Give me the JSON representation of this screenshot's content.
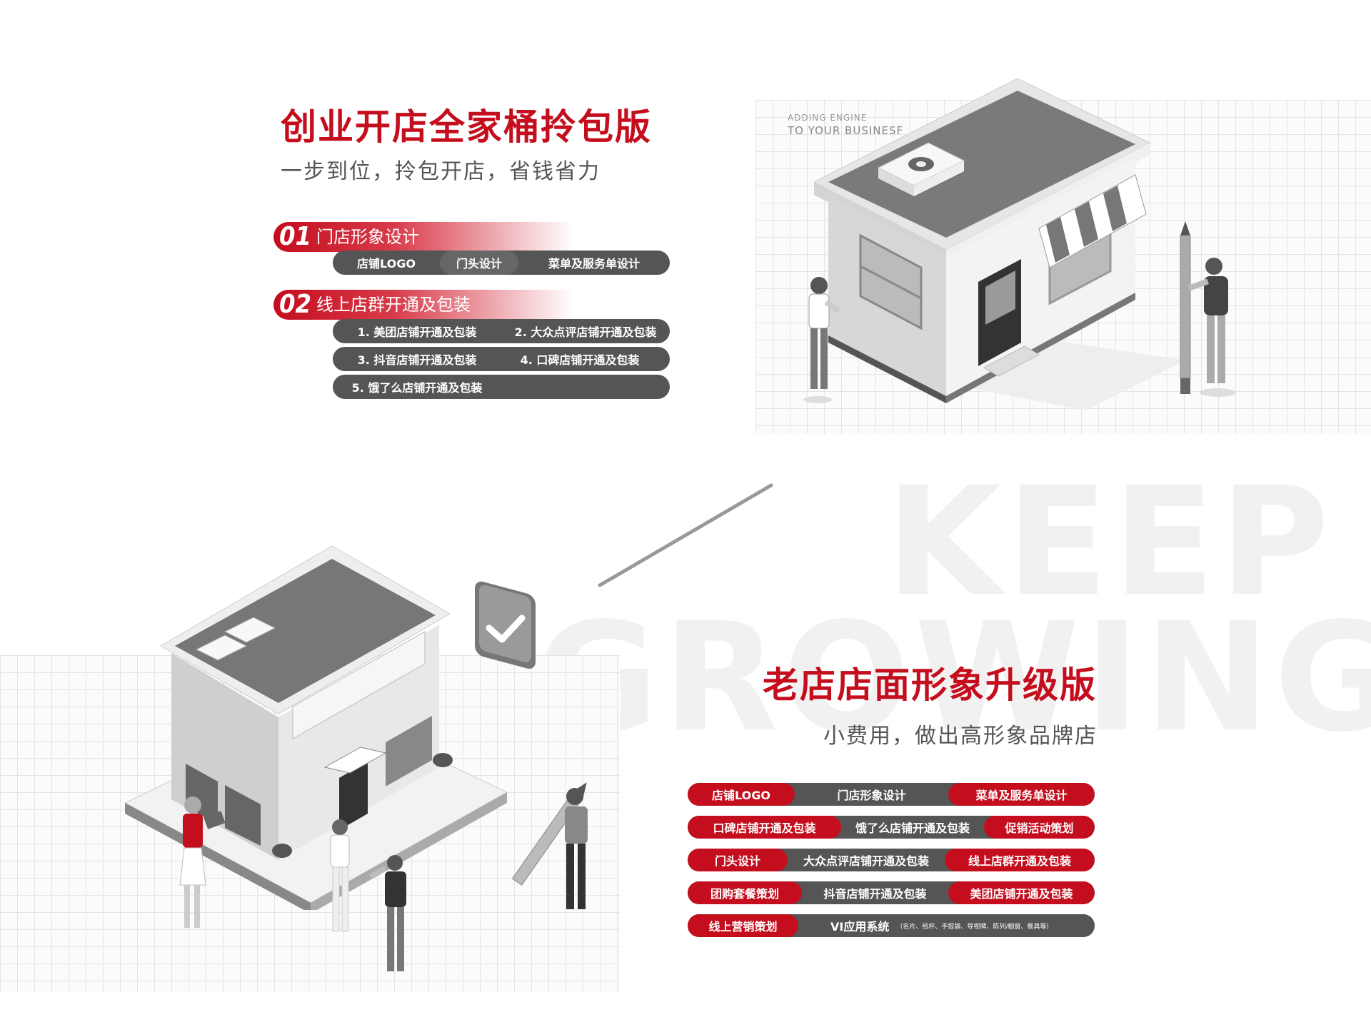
{
  "section1": {
    "title": "创业开店全家桶拎包版",
    "subtitle": "一步到位，拎包开店，省钱省力",
    "groups": [
      {
        "num": "01",
        "label": "门店形象设计",
        "rows": [
          [
            "店铺LOGO",
            "门头设计",
            "菜单及服务单设计"
          ]
        ]
      },
      {
        "num": "02",
        "label": "线上店群开通及包装",
        "rows": [
          [
            "1. 美团店铺开通及包装",
            "2. 大众点评店铺开通及包装"
          ],
          [
            "3. 抖音店铺开通及包装",
            "4. 口碑店铺开通及包装"
          ],
          [
            "5. 饿了么店铺开通及包装"
          ]
        ]
      }
    ],
    "illustration_caption": [
      "ADDING ENGINE",
      "TO YOUR BUSINESF"
    ]
  },
  "watermark": [
    "KEEP",
    "GROWING"
  ],
  "section2": {
    "title": "老店店面形象升级版",
    "subtitle": "小费用，做出高形象品牌店",
    "rows": [
      [
        "店铺LOGO",
        "门店形象设计",
        "菜单及服务单设计"
      ],
      [
        "口碑店铺开通及包装",
        "饿了么店铺开通及包装",
        "促销活动策划"
      ],
      [
        "门头设计",
        "大众点评店铺开通及包装",
        "线上店群开通及包装"
      ],
      [
        "团购套餐策划",
        "抖音店铺开通及包装",
        "美团店铺开通及包装"
      ],
      [
        "线上营销策划",
        "VI应用系统",
        "（名片、纸杯、手提袋、导视牌、陈列/橱窗、餐具等）"
      ]
    ]
  },
  "colors": {
    "accent": "#c40d1d",
    "pill_dark": "#555555",
    "grid": "#e4e4e4"
  },
  "icons": [
    "store-illustration",
    "checkmark-icon",
    "pencil-icon",
    "person-figure"
  ]
}
